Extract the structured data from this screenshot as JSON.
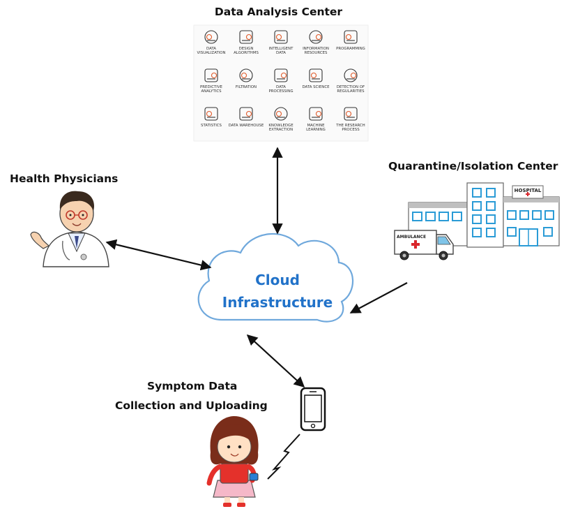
{
  "labels": {
    "data_analysis_center": "Data Analysis Center",
    "health_physicians": "Health Physicians",
    "quarantine_center": "Quarantine/Isolation Center",
    "symptom_line1": "Symptom Data",
    "symptom_line2": "Collection and Uploading",
    "cloud_line1": "Cloud",
    "cloud_line2": "Infrastructure",
    "hospital_sign": "HOSPITAL",
    "ambulance_sign": "AMBULANCE"
  },
  "analysis_icons": [
    "DATA VISUALIZATION",
    "DESIGN ALGORITHMS",
    "INTELLIGENT DATA",
    "INFORMATION RESOURCES",
    "PROGRAMMING",
    "PREDICTIVE ANALYTICS",
    "FILTRATION",
    "DATA PROCESSING",
    "DATA SCIENCE",
    "DETECTION OF REGULARITIES",
    "STATISTICS",
    "DATA WAREHOUSE",
    "KNOWLEDGE EXTRACTION",
    "MACHINE LEARNING",
    "THE RESEARCH PROCESS"
  ],
  "colors": {
    "cloud_text": "#2172c9",
    "cloud_stroke": "#6fa8dc",
    "arrow": "#111111",
    "hospital_blue": "#2a9bd6",
    "hospital_red": "#d9262c"
  }
}
